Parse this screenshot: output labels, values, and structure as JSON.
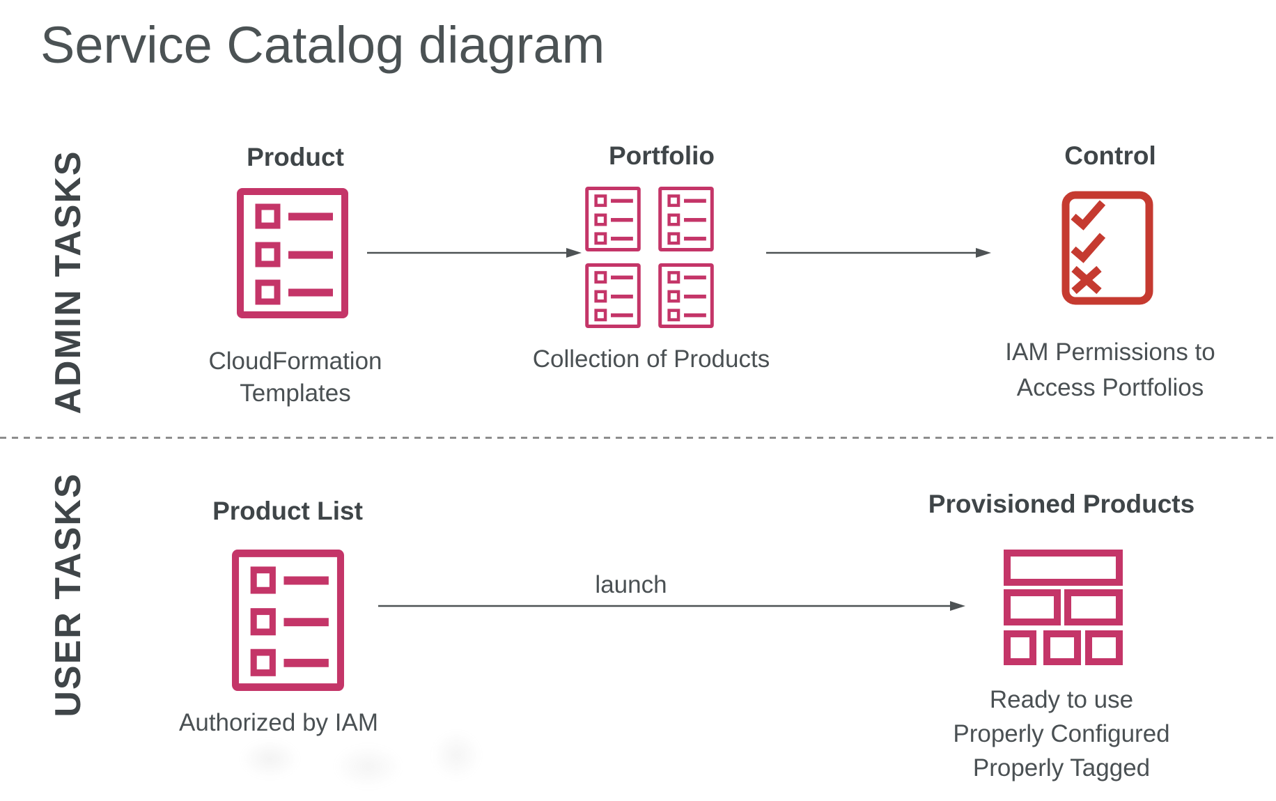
{
  "title": "Service Catalog diagram",
  "colors": {
    "pink": "#c43568",
    "red": "#c53a30",
    "heading": "#3f4548",
    "caption": "#4a5053",
    "title": "#4b5254",
    "arrow": "#4d5254",
    "divider": "#8d8d8d"
  },
  "lanes": {
    "admin": {
      "label": "ADMIN TASKS"
    },
    "user": {
      "label": "USER TASKS"
    }
  },
  "admin_row": {
    "product": {
      "heading": "Product",
      "caption": [
        "CloudFormation",
        "Templates"
      ],
      "icon": "product-list-icon"
    },
    "portfolio": {
      "heading": "Portfolio",
      "caption": [
        "Collection of Products"
      ],
      "icon": "portfolio-grid-icon"
    },
    "control": {
      "heading": "Control",
      "caption": [
        "IAM Permissions to",
        "Access Portfolios"
      ],
      "icon": "checklist-icon"
    }
  },
  "user_row": {
    "product_list": {
      "heading": "Product List",
      "caption": [
        "Authorized by IAM"
      ],
      "icon": "product-list-icon"
    },
    "launch_label": "launch",
    "provisioned": {
      "heading": "Provisioned Products",
      "caption": [
        "Ready to use",
        "Properly Configured",
        "Properly Tagged"
      ],
      "icon": "bricks-grid-icon"
    }
  }
}
